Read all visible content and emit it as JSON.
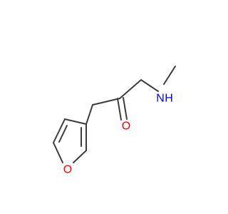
{
  "atoms": {
    "ring_oxygen": {
      "label": "O",
      "color": "#ff0000"
    },
    "carbonyl_oxygen": {
      "label": "O",
      "color": "#ff0000"
    },
    "amine": {
      "label": "N",
      "color": "#0000ff"
    },
    "amine_hydrogen": {
      "label": "H",
      "color": "#0000ff"
    }
  },
  "colors": {
    "bond": "#3c3c3c",
    "background": "#ffffff"
  }
}
